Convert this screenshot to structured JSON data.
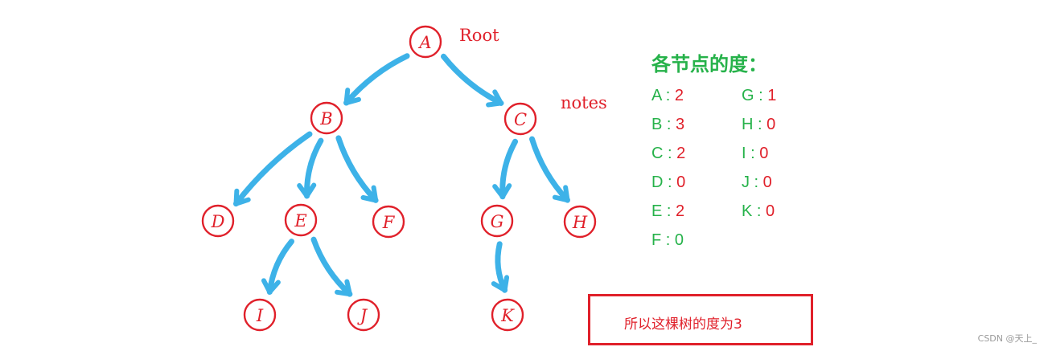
{
  "nodes": [
    {
      "id": "A",
      "label": "A"
    },
    {
      "id": "B",
      "label": "B"
    },
    {
      "id": "C",
      "label": "C"
    },
    {
      "id": "D",
      "label": "D"
    },
    {
      "id": "E",
      "label": "E"
    },
    {
      "id": "F",
      "label": "F"
    },
    {
      "id": "G",
      "label": "G"
    },
    {
      "id": "H",
      "label": "H"
    },
    {
      "id": "I",
      "label": "I"
    },
    {
      "id": "J",
      "label": "J"
    },
    {
      "id": "K",
      "label": "K"
    }
  ],
  "edges": [
    {
      "from": "A",
      "to": "B"
    },
    {
      "from": "A",
      "to": "C"
    },
    {
      "from": "B",
      "to": "D"
    },
    {
      "from": "B",
      "to": "E"
    },
    {
      "from": "B",
      "to": "F"
    },
    {
      "from": "C",
      "to": "G"
    },
    {
      "from": "C",
      "to": "H"
    },
    {
      "from": "E",
      "to": "I"
    },
    {
      "from": "E",
      "to": "J"
    },
    {
      "from": "G",
      "to": "K"
    }
  ],
  "annotations": {
    "root_label": "Root",
    "notes_label": "notes"
  },
  "degrees": {
    "title": "各节点的度：",
    "separator": " : ",
    "left": [
      {
        "node": "A",
        "degree": "2"
      },
      {
        "node": "B",
        "degree": "3"
      },
      {
        "node": "C",
        "degree": "2"
      },
      {
        "node": "D",
        "degree": "0"
      },
      {
        "node": "E",
        "degree": "2"
      },
      {
        "node": "F",
        "degree": "0"
      }
    ],
    "right": [
      {
        "node": "G",
        "degree": "1"
      },
      {
        "node": "H",
        "degree": "0"
      },
      {
        "node": "I",
        "degree": "0"
      },
      {
        "node": "J",
        "degree": "0"
      },
      {
        "node": "K",
        "degree": "0"
      }
    ]
  },
  "conclusion": "所以这棵树的度为3",
  "watermark": "CSDN @天上_",
  "colors": {
    "node_red": "#e0202a",
    "arrow_blue": "#3db2e8",
    "degree_green": "#26b24a"
  }
}
